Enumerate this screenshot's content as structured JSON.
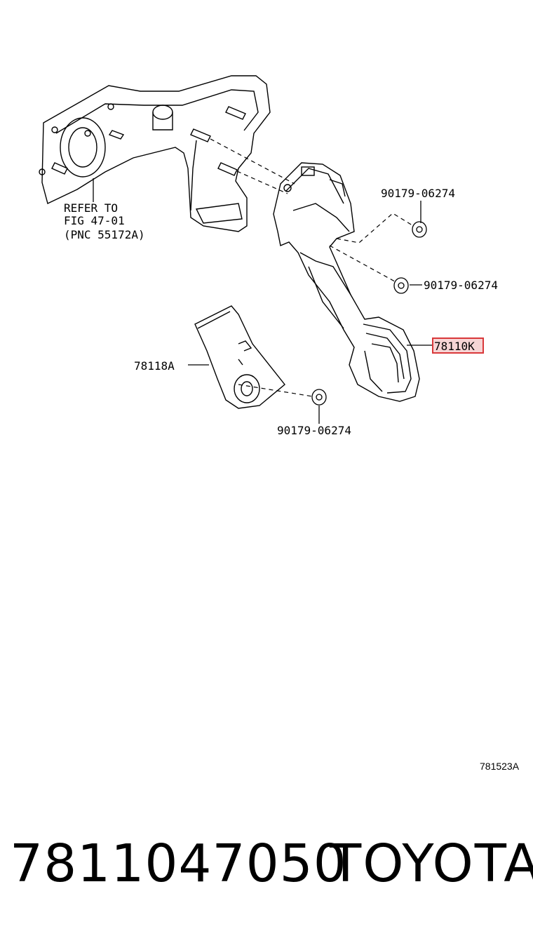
{
  "diagram": {
    "refer_note": [
      "REFER TO",
      "FIG 47-01",
      "(PNC 55172A)"
    ],
    "nut_labels": [
      "90179-06274",
      "90179-06274",
      "90179-06274"
    ],
    "highlighted_part": "78110K",
    "bracket_part": "78118A",
    "figure_code": "781523A",
    "highlight_color": "#d9383a"
  },
  "footer": {
    "part_number": "7811047050",
    "brand": "TOYOTA"
  }
}
